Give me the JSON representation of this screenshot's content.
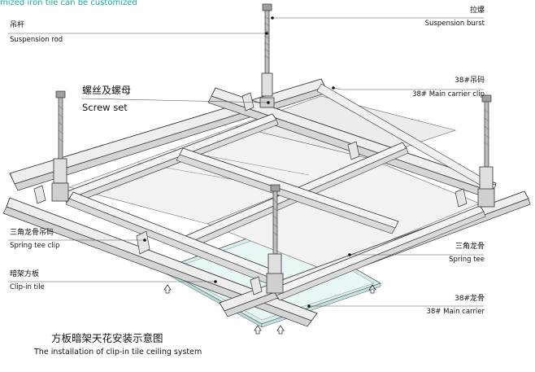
{
  "banner": "mized iron tile can be customized",
  "labels": {
    "suspension_rod_cn": "吊杆",
    "suspension_rod_en": "Suspension rod",
    "suspension_burst_cn": "拉爆",
    "suspension_burst_en": "Suspension burst",
    "screw_set_cn": "螺丝及螺母",
    "screw_set_en": "Screw set",
    "main_clip_cn": "38#吊码",
    "main_clip_en": "38# Main carrier clip",
    "spring_clip_cn": "三角龙骨吊码",
    "spring_clip_en": "Spring tee clip",
    "clip_tile_cn": "暗架方板",
    "clip_tile_en": "Clip-in tile",
    "spring_tee_cn": "三角龙骨",
    "spring_tee_en": "Spring tee",
    "main_carrier_cn": "38#龙骨",
    "main_carrier_en": "38#  Main carrier"
  },
  "caption": {
    "cn": "方板暗架天花安装示意图",
    "en": "The installation of clip-in tile ceiling system"
  },
  "colors": {
    "banner": "#19a8a0",
    "tile": "#d9efee",
    "metal": "#eeeeee",
    "stroke": "#333333"
  }
}
